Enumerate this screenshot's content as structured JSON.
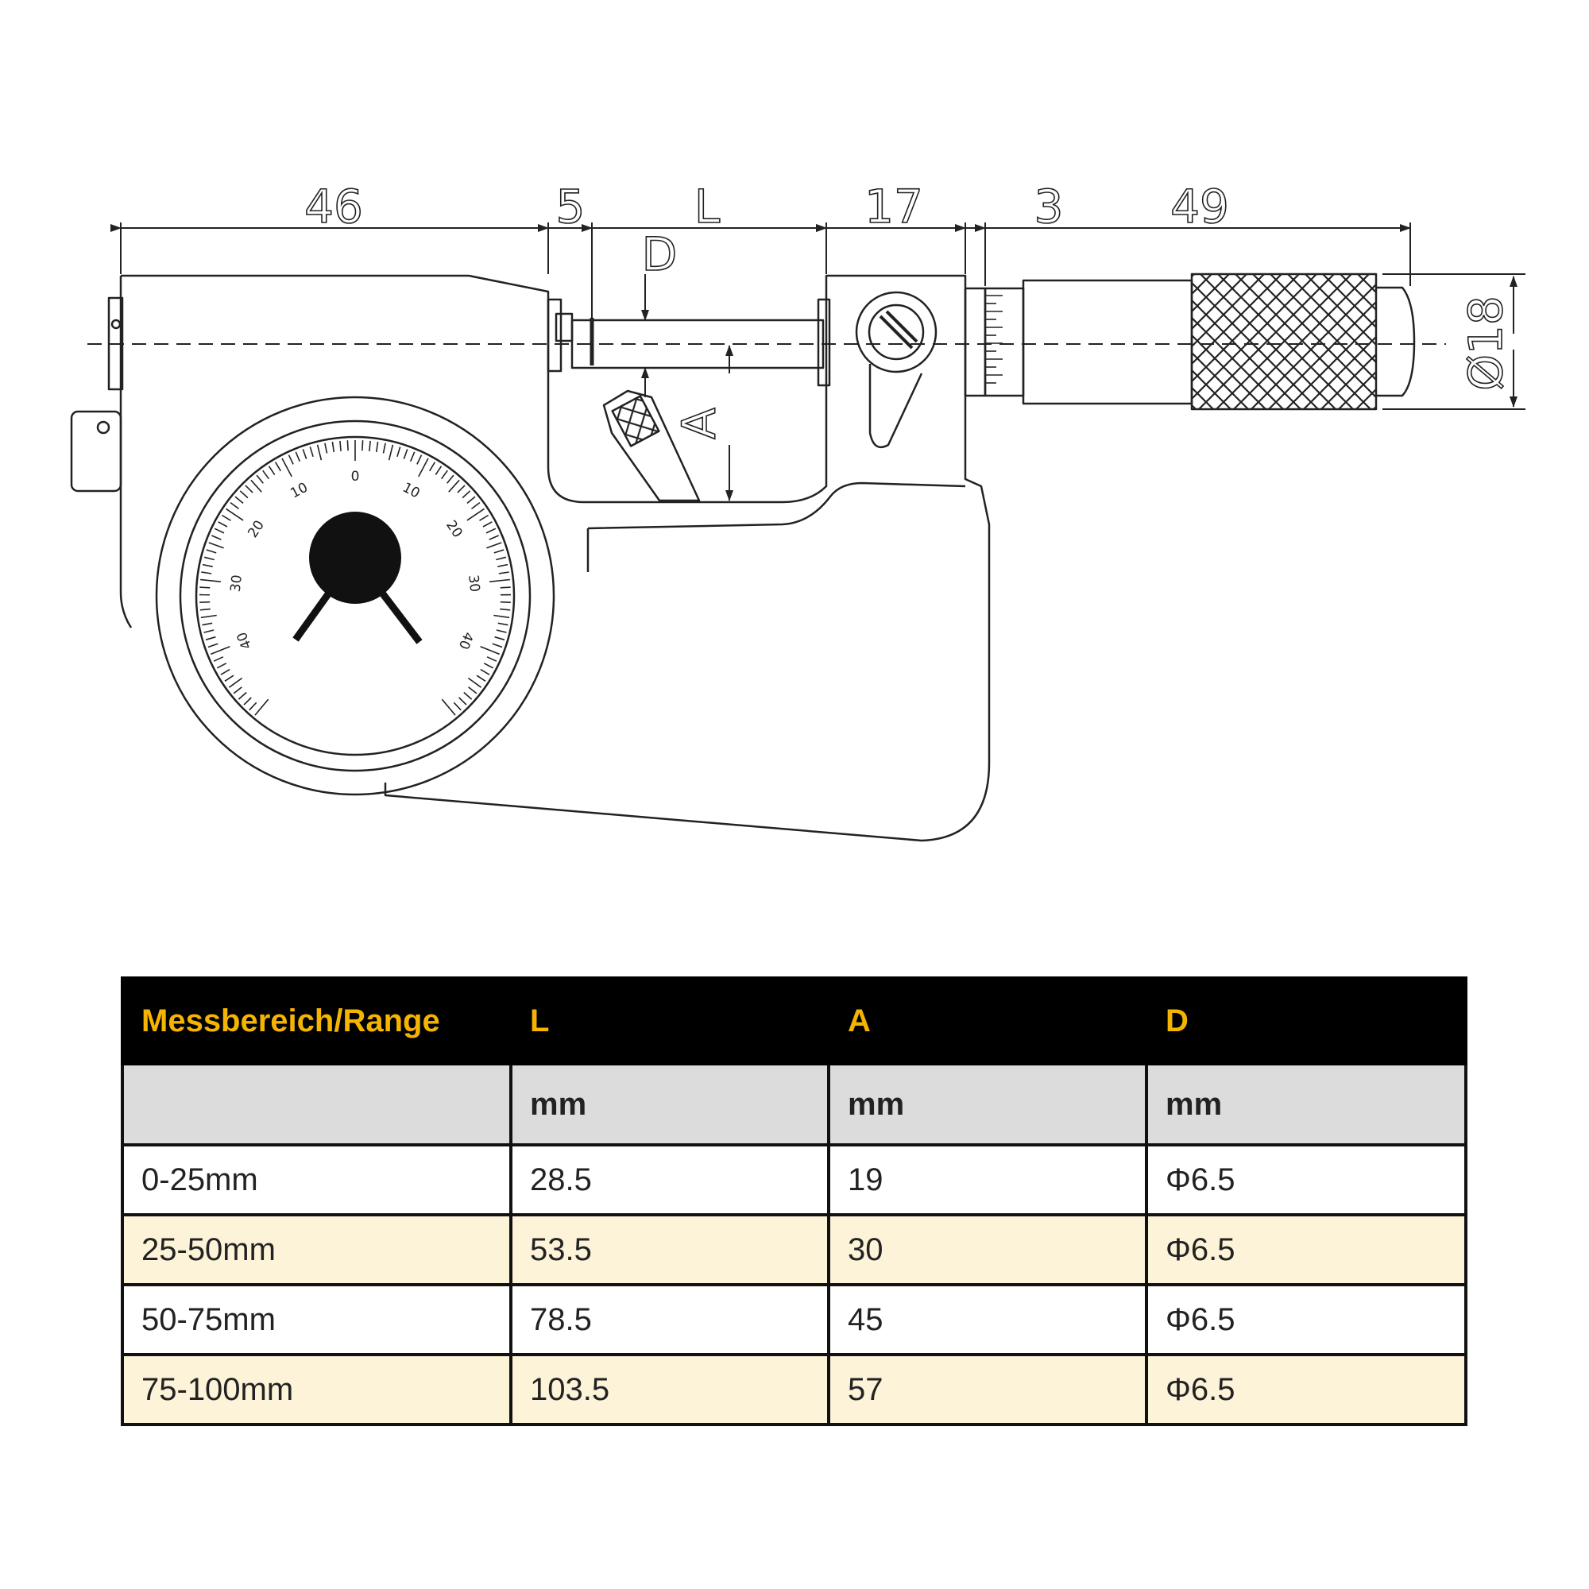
{
  "dimensions": {
    "d46": "46",
    "d5": "5",
    "dL": "L",
    "d17": "17",
    "d3": "3",
    "d49": "49",
    "dD": "D",
    "dA": "A",
    "diameter": "Ø18"
  },
  "dial": {
    "labels": [
      "0",
      "10",
      "10",
      "20",
      "20",
      "30",
      "30",
      "40",
      "40"
    ]
  },
  "table": {
    "header": [
      "Messbereich/Range",
      "L",
      "A",
      "D"
    ],
    "units": [
      "",
      "mm",
      "mm",
      "mm"
    ],
    "rows": [
      [
        "0-25mm",
        "28.5",
        "19",
        "Φ6.5"
      ],
      [
        "25-50mm",
        "53.5",
        "30",
        "Φ6.5"
      ],
      [
        "50-75mm",
        "78.5",
        "45",
        "Φ6.5"
      ],
      [
        "75-100mm",
        "103.5",
        "57",
        "Φ6.5"
      ]
    ]
  },
  "colors": {
    "header_bg": "#000000",
    "header_text": "#f4b400",
    "units_bg": "#dcdcdc",
    "alt_row_bg": "#fdf3d8"
  }
}
